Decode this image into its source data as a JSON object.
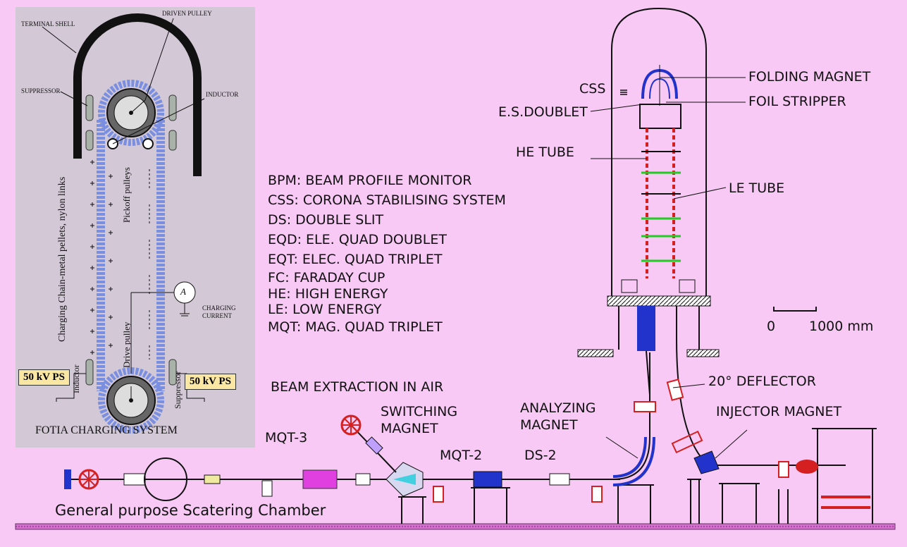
{
  "charging_system": {
    "terminal_shell": "TERMINAL SHELL",
    "driven_pulley": "DRIVEN PULLEY",
    "suppressor_top": "SUPPRESSOR",
    "inductor_top": "INDUCTOR",
    "pickoff_pulleys": "Pickoff pulleys",
    "chain_label": "Charging Chain-metal pellets, nylon links",
    "drive_pulley": "Drive pulley",
    "charging_current": "CHARGING CURRENT",
    "meter_symbol": "A",
    "inductor_bottom": "Inductor",
    "suppressor_bottom": "Suppressor",
    "ps_left": "50 kV PS",
    "ps_right": "50 kV PS",
    "caption": "FOTIA CHARGING SYSTEM"
  },
  "legend": [
    "BPM: BEAM PROFILE MONITOR",
    "CSS: CORONA STABILISING SYSTEM",
    "DS: DOUBLE SLIT",
    "EQD: ELE. QUAD DOUBLET",
    "EQT: ELEC. QUAD TRIPLET",
    "FC: FARADAY CUP",
    "HE: HIGH ENERGY",
    "LE: LOW ENERGY",
    "MQT: MAG. QUAD TRIPLET"
  ],
  "labels": {
    "folding_magnet": "FOLDING MAGNET",
    "foil_stripper": "FOIL STRIPPER",
    "css": "CSS",
    "es_doublet": "E.S.DOUBLET",
    "he_tube": "HE TUBE",
    "le_tube": "LE TUBE",
    "scale_zero": "0",
    "scale_value": "1000 mm",
    "deflector": "20° DEFLECTOR",
    "injector_magnet": "INJECTOR MAGNET",
    "analyzing_magnet": "ANALYZING MAGNET",
    "beam_extraction": "BEAM EXTRACTION IN AIR",
    "switching_magnet": "SWITCHING MAGNET",
    "mqt3": "MQT-3",
    "mqt2": "MQT-2",
    "ds2": "DS-2",
    "chamber": "General purpose Scatering Chamber"
  },
  "colors": {
    "background": "#f7c9f4",
    "inset": "#d3c8d6",
    "tube_red": "#d42020",
    "magnet_blue": "#2233cc",
    "tube_green": "#22cc22",
    "ps_box": "#fbe7a4"
  }
}
